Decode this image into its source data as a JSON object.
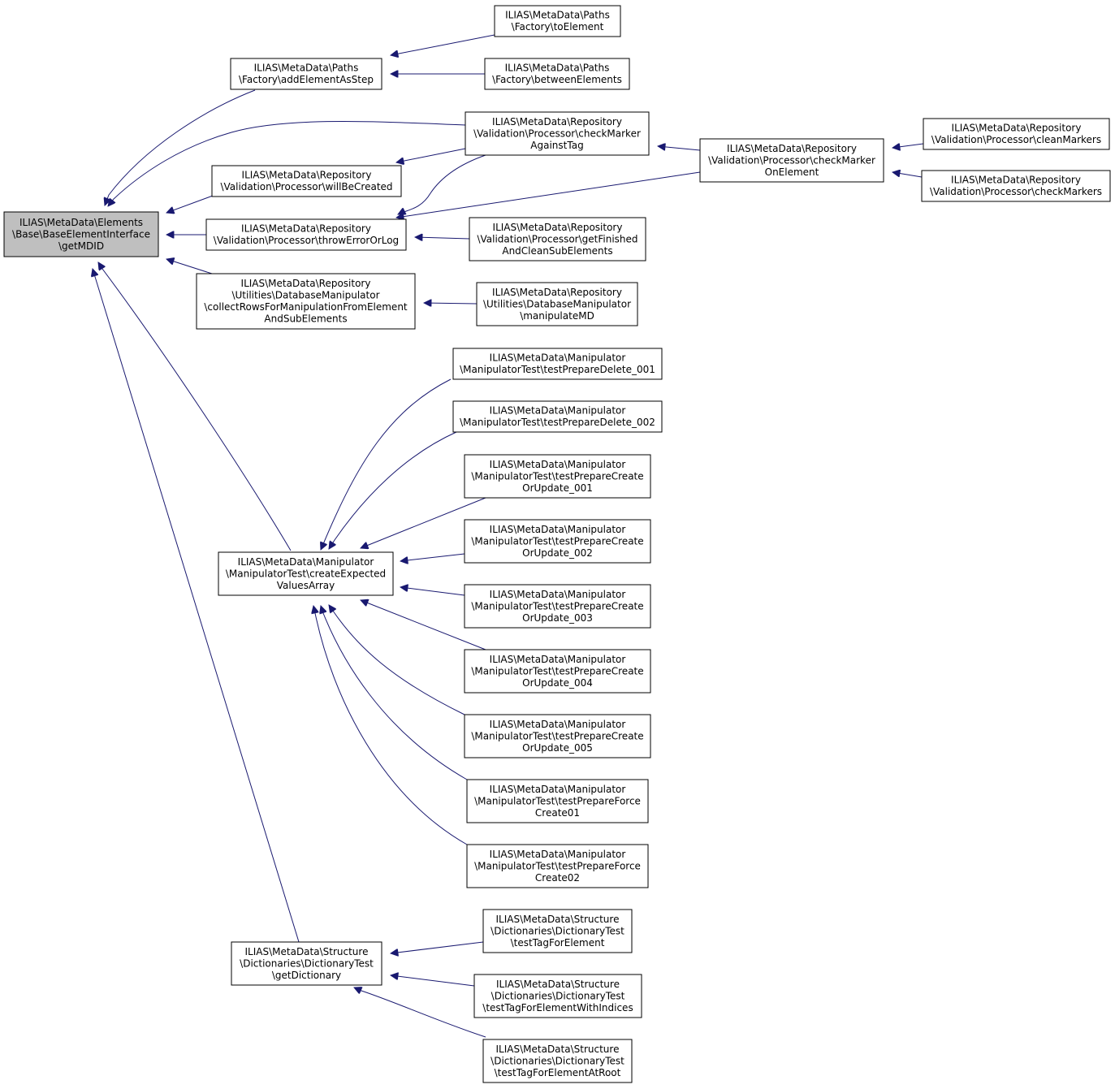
{
  "diagram": {
    "nodes": [
      {
        "id": "root",
        "lines": [
          "ILIAS\\MetaData\\Elements",
          "\\Base\\BaseElementInterface",
          "\\getMDID"
        ]
      },
      {
        "id": "addElementAsStep",
        "lines": [
          "ILIAS\\MetaData\\Paths",
          "\\Factory\\addElementAsStep"
        ]
      },
      {
        "id": "toElement",
        "lines": [
          "ILIAS\\MetaData\\Paths",
          "\\Factory\\toElement"
        ]
      },
      {
        "id": "betweenElements",
        "lines": [
          "ILIAS\\MetaData\\Paths",
          "\\Factory\\betweenElements"
        ]
      },
      {
        "id": "checkMarkerAgainstTag",
        "lines": [
          "ILIAS\\MetaData\\Repository",
          "\\Validation\\Processor\\checkMarker",
          "AgainstTag"
        ]
      },
      {
        "id": "checkMarkerOnElement",
        "lines": [
          "ILIAS\\MetaData\\Repository",
          "\\Validation\\Processor\\checkMarker",
          "OnElement"
        ]
      },
      {
        "id": "cleanMarkers",
        "lines": [
          "ILIAS\\MetaData\\Repository",
          "\\Validation\\Processor\\cleanMarkers"
        ]
      },
      {
        "id": "checkMarkers",
        "lines": [
          "ILIAS\\MetaData\\Repository",
          "\\Validation\\Processor\\checkMarkers"
        ]
      },
      {
        "id": "willBeCreated",
        "lines": [
          "ILIAS\\MetaData\\Repository",
          "\\Validation\\Processor\\willBeCreated"
        ]
      },
      {
        "id": "throwErrorOrLog",
        "lines": [
          "ILIAS\\MetaData\\Repository",
          "\\Validation\\Processor\\throwErrorOrLog"
        ]
      },
      {
        "id": "getFinishedAndCleanSubElements",
        "lines": [
          "ILIAS\\MetaData\\Repository",
          "\\Validation\\Processor\\getFinished",
          "AndCleanSubElements"
        ]
      },
      {
        "id": "collectRows",
        "lines": [
          "ILIAS\\MetaData\\Repository",
          "\\Utilities\\DatabaseManipulator",
          "\\collectRowsForManipulationFromElement",
          "AndSubElements"
        ]
      },
      {
        "id": "manipulateMD",
        "lines": [
          "ILIAS\\MetaData\\Repository",
          "\\Utilities\\DatabaseManipulator",
          "\\manipulateMD"
        ]
      },
      {
        "id": "createExpectedValuesArray",
        "lines": [
          "ILIAS\\MetaData\\Manipulator",
          "\\ManipulatorTest\\createExpected",
          "ValuesArray"
        ]
      },
      {
        "id": "testPrepareDelete_001",
        "lines": [
          "ILIAS\\MetaData\\Manipulator",
          "\\ManipulatorTest\\testPrepareDelete_001"
        ]
      },
      {
        "id": "testPrepareDelete_002",
        "lines": [
          "ILIAS\\MetaData\\Manipulator",
          "\\ManipulatorTest\\testPrepareDelete_002"
        ]
      },
      {
        "id": "testPrepareCreateOrUpdate_001",
        "lines": [
          "ILIAS\\MetaData\\Manipulator",
          "\\ManipulatorTest\\testPrepareCreate",
          "OrUpdate_001"
        ]
      },
      {
        "id": "testPrepareCreateOrUpdate_002",
        "lines": [
          "ILIAS\\MetaData\\Manipulator",
          "\\ManipulatorTest\\testPrepareCreate",
          "OrUpdate_002"
        ]
      },
      {
        "id": "testPrepareCreateOrUpdate_003",
        "lines": [
          "ILIAS\\MetaData\\Manipulator",
          "\\ManipulatorTest\\testPrepareCreate",
          "OrUpdate_003"
        ]
      },
      {
        "id": "testPrepareCreateOrUpdate_004",
        "lines": [
          "ILIAS\\MetaData\\Manipulator",
          "\\ManipulatorTest\\testPrepareCreate",
          "OrUpdate_004"
        ]
      },
      {
        "id": "testPrepareCreateOrUpdate_005",
        "lines": [
          "ILIAS\\MetaData\\Manipulator",
          "\\ManipulatorTest\\testPrepareCreate",
          "OrUpdate_005"
        ]
      },
      {
        "id": "testPrepareForceCreate01",
        "lines": [
          "ILIAS\\MetaData\\Manipulator",
          "\\ManipulatorTest\\testPrepareForce",
          "Create01"
        ]
      },
      {
        "id": "testPrepareForceCreate02",
        "lines": [
          "ILIAS\\MetaData\\Manipulator",
          "\\ManipulatorTest\\testPrepareForce",
          "Create02"
        ]
      },
      {
        "id": "getDictionary",
        "lines": [
          "ILIAS\\MetaData\\Structure",
          "\\Dictionaries\\DictionaryTest",
          "\\getDictionary"
        ]
      },
      {
        "id": "testTagForElement",
        "lines": [
          "ILIAS\\MetaData\\Structure",
          "\\Dictionaries\\DictionaryTest",
          "\\testTagForElement"
        ]
      },
      {
        "id": "testTagForElementWithIndices",
        "lines": [
          "ILIAS\\MetaData\\Structure",
          "\\Dictionaries\\DictionaryTest",
          "\\testTagForElementWithIndices"
        ]
      },
      {
        "id": "testTagForElementAtRoot",
        "lines": [
          "ILIAS\\MetaData\\Structure",
          "\\Dictionaries\\DictionaryTest",
          "\\testTagForElementAtRoot"
        ]
      }
    ],
    "edges": [
      {
        "from": "addElementAsStep",
        "to": "root"
      },
      {
        "from": "toElement",
        "to": "addElementAsStep"
      },
      {
        "from": "betweenElements",
        "to": "addElementAsStep"
      },
      {
        "from": "checkMarkerAgainstTag",
        "to": "root"
      },
      {
        "from": "checkMarkerOnElement",
        "to": "checkMarkerAgainstTag"
      },
      {
        "from": "cleanMarkers",
        "to": "checkMarkerOnElement"
      },
      {
        "from": "checkMarkers",
        "to": "checkMarkerOnElement"
      },
      {
        "from": "willBeCreated",
        "to": "root"
      },
      {
        "from": "checkMarkerAgainstTag",
        "to": "willBeCreated"
      },
      {
        "from": "throwErrorOrLog",
        "to": "root"
      },
      {
        "from": "checkMarkerAgainstTag",
        "to": "throwErrorOrLog"
      },
      {
        "from": "checkMarkerOnElement",
        "to": "throwErrorOrLog"
      },
      {
        "from": "getFinishedAndCleanSubElements",
        "to": "throwErrorOrLog"
      },
      {
        "from": "collectRows",
        "to": "root"
      },
      {
        "from": "manipulateMD",
        "to": "collectRows"
      },
      {
        "from": "createExpectedValuesArray",
        "to": "root"
      },
      {
        "from": "testPrepareDelete_001",
        "to": "createExpectedValuesArray"
      },
      {
        "from": "testPrepareDelete_002",
        "to": "createExpectedValuesArray"
      },
      {
        "from": "testPrepareCreateOrUpdate_001",
        "to": "createExpectedValuesArray"
      },
      {
        "from": "testPrepareCreateOrUpdate_002",
        "to": "createExpectedValuesArray"
      },
      {
        "from": "testPrepareCreateOrUpdate_003",
        "to": "createExpectedValuesArray"
      },
      {
        "from": "testPrepareCreateOrUpdate_004",
        "to": "createExpectedValuesArray"
      },
      {
        "from": "testPrepareCreateOrUpdate_005",
        "to": "createExpectedValuesArray"
      },
      {
        "from": "testPrepareForceCreate01",
        "to": "createExpectedValuesArray"
      },
      {
        "from": "testPrepareForceCreate02",
        "to": "createExpectedValuesArray"
      },
      {
        "from": "getDictionary",
        "to": "root"
      },
      {
        "from": "testTagForElement",
        "to": "getDictionary"
      },
      {
        "from": "testTagForElementWithIndices",
        "to": "getDictionary"
      },
      {
        "from": "testTagForElementAtRoot",
        "to": "getDictionary"
      }
    ]
  }
}
